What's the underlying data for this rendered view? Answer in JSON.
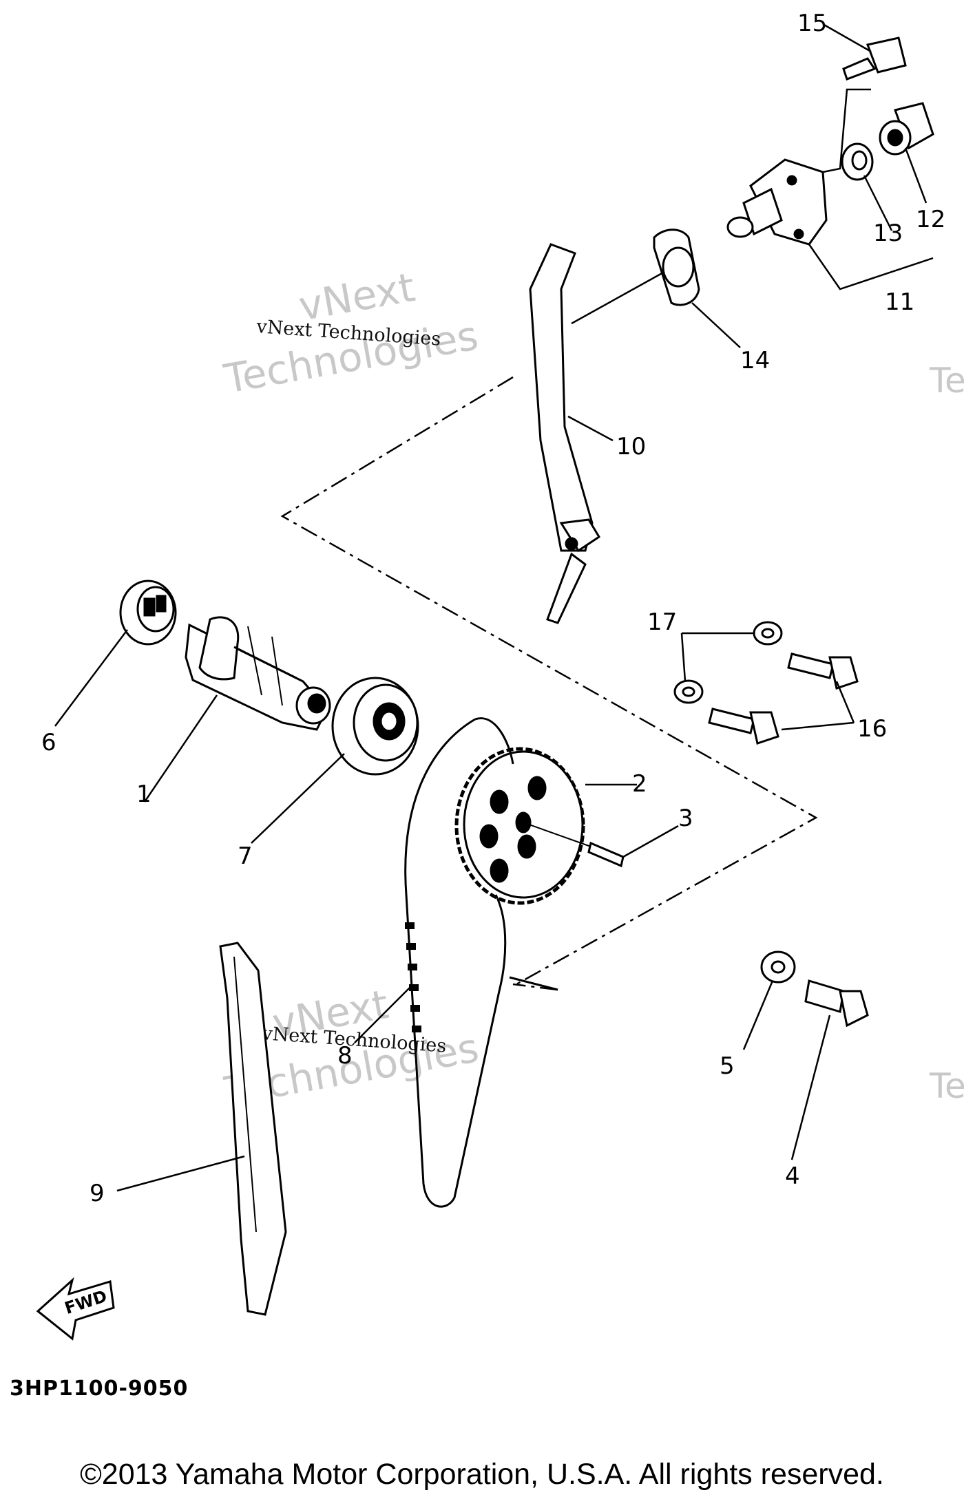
{
  "diagram": {
    "watermark": {
      "brand_line1": "vNext",
      "brand_line2": "Technologies",
      "small_text": "vNext Technologies",
      "edge_fragment": "Tec"
    },
    "part_numbers": [
      "1",
      "2",
      "3",
      "4",
      "5",
      "6",
      "7",
      "8",
      "9",
      "10",
      "11",
      "12",
      "13",
      "14",
      "15",
      "16",
      "17"
    ],
    "fwd_label": "FWD"
  },
  "footer": {
    "ref_code": "3HP1100-9050",
    "copyright": "©2013 Yamaha Motor Corporation, U.S.A. All rights reserved."
  }
}
